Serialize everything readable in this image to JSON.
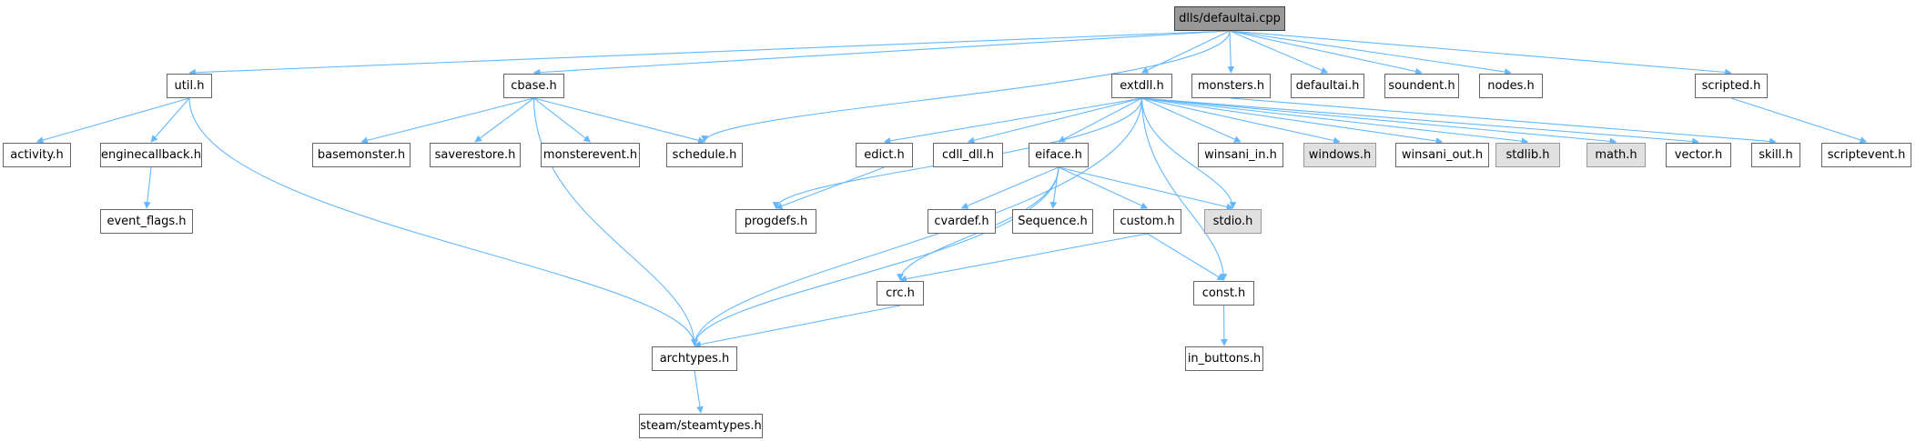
{
  "graph": {
    "colors": {
      "edge": "#63b8ff",
      "node_fill": "#ffffff",
      "root_fill": "#999999",
      "system_fill": "#e0e0e0"
    },
    "nodes": [
      {
        "id": "defaultai_cpp",
        "label": "dlls/defaultai.cpp",
        "kind": "root"
      },
      {
        "id": "util_h",
        "label": "util.h",
        "kind": "file"
      },
      {
        "id": "cbase_h",
        "label": "cbase.h",
        "kind": "file"
      },
      {
        "id": "extdll_h",
        "label": "extdll.h",
        "kind": "file"
      },
      {
        "id": "monsters_h",
        "label": "monsters.h",
        "kind": "file"
      },
      {
        "id": "defaultai_h",
        "label": "defaultai.h",
        "kind": "file"
      },
      {
        "id": "soundent_h",
        "label": "soundent.h",
        "kind": "file"
      },
      {
        "id": "nodes_h",
        "label": "nodes.h",
        "kind": "file"
      },
      {
        "id": "scripted_h",
        "label": "scripted.h",
        "kind": "file"
      },
      {
        "id": "activity_h",
        "label": "activity.h",
        "kind": "file"
      },
      {
        "id": "enginecallback_h",
        "label": "enginecallback.h",
        "kind": "file"
      },
      {
        "id": "basemonster_h",
        "label": "basemonster.h",
        "kind": "file"
      },
      {
        "id": "saverestore_h",
        "label": "saverestore.h",
        "kind": "file"
      },
      {
        "id": "monsterevent_h",
        "label": "monsterevent.h",
        "kind": "file"
      },
      {
        "id": "schedule_h",
        "label": "schedule.h",
        "kind": "file"
      },
      {
        "id": "edict_h",
        "label": "edict.h",
        "kind": "file"
      },
      {
        "id": "cdll_dll_h",
        "label": "cdll_dll.h",
        "kind": "file"
      },
      {
        "id": "eiface_h",
        "label": "eiface.h",
        "kind": "file"
      },
      {
        "id": "winsani_in_h",
        "label": "winsani_in.h",
        "kind": "file"
      },
      {
        "id": "windows_h",
        "label": "windows.h",
        "kind": "system"
      },
      {
        "id": "winsani_out_h",
        "label": "winsani_out.h",
        "kind": "file"
      },
      {
        "id": "stdlib_h",
        "label": "stdlib.h",
        "kind": "system"
      },
      {
        "id": "math_h",
        "label": "math.h",
        "kind": "system"
      },
      {
        "id": "vector_h",
        "label": "vector.h",
        "kind": "file"
      },
      {
        "id": "skill_h",
        "label": "skill.h",
        "kind": "file"
      },
      {
        "id": "scriptevent_h",
        "label": "scriptevent.h",
        "kind": "file"
      },
      {
        "id": "event_flags_h",
        "label": "event_flags.h",
        "kind": "file"
      },
      {
        "id": "progdefs_h",
        "label": "progdefs.h",
        "kind": "file"
      },
      {
        "id": "cvardef_h",
        "label": "cvardef.h",
        "kind": "file"
      },
      {
        "id": "sequence_h",
        "label": "Sequence.h",
        "kind": "file"
      },
      {
        "id": "custom_h",
        "label": "custom.h",
        "kind": "file"
      },
      {
        "id": "stdio_h",
        "label": "stdio.h",
        "kind": "system"
      },
      {
        "id": "crc_h",
        "label": "crc.h",
        "kind": "file"
      },
      {
        "id": "const_h",
        "label": "const.h",
        "kind": "file"
      },
      {
        "id": "archtypes_h",
        "label": "archtypes.h",
        "kind": "file"
      },
      {
        "id": "in_buttons_h",
        "label": "in_buttons.h",
        "kind": "file"
      },
      {
        "id": "steamtypes_h",
        "label": "steam/steamtypes.h",
        "kind": "file"
      }
    ],
    "edges": [
      [
        "defaultai_cpp",
        "util_h"
      ],
      [
        "defaultai_cpp",
        "cbase_h"
      ],
      [
        "defaultai_cpp",
        "extdll_h"
      ],
      [
        "defaultai_cpp",
        "monsters_h"
      ],
      [
        "defaultai_cpp",
        "defaultai_h"
      ],
      [
        "defaultai_cpp",
        "soundent_h"
      ],
      [
        "defaultai_cpp",
        "nodes_h"
      ],
      [
        "defaultai_cpp",
        "scripted_h"
      ],
      [
        "defaultai_cpp",
        "schedule_h"
      ],
      [
        "util_h",
        "activity_h"
      ],
      [
        "util_h",
        "enginecallback_h"
      ],
      [
        "util_h",
        "archtypes_h"
      ],
      [
        "enginecallback_h",
        "event_flags_h"
      ],
      [
        "cbase_h",
        "basemonster_h"
      ],
      [
        "cbase_h",
        "saverestore_h"
      ],
      [
        "cbase_h",
        "monsterevent_h"
      ],
      [
        "cbase_h",
        "schedule_h"
      ],
      [
        "cbase_h",
        "archtypes_h"
      ],
      [
        "extdll_h",
        "edict_h"
      ],
      [
        "extdll_h",
        "cdll_dll_h"
      ],
      [
        "extdll_h",
        "eiface_h"
      ],
      [
        "extdll_h",
        "winsani_in_h"
      ],
      [
        "extdll_h",
        "windows_h"
      ],
      [
        "extdll_h",
        "winsani_out_h"
      ],
      [
        "extdll_h",
        "stdlib_h"
      ],
      [
        "extdll_h",
        "math_h"
      ],
      [
        "extdll_h",
        "vector_h"
      ],
      [
        "extdll_h",
        "progdefs_h"
      ],
      [
        "extdll_h",
        "stdio_h"
      ],
      [
        "extdll_h",
        "const_h"
      ],
      [
        "extdll_h",
        "archtypes_h"
      ],
      [
        "monsters_h",
        "skill_h"
      ],
      [
        "scripted_h",
        "scriptevent_h"
      ],
      [
        "edict_h",
        "progdefs_h"
      ],
      [
        "eiface_h",
        "cvardef_h"
      ],
      [
        "eiface_h",
        "sequence_h"
      ],
      [
        "eiface_h",
        "custom_h"
      ],
      [
        "eiface_h",
        "stdio_h"
      ],
      [
        "eiface_h",
        "crc_h"
      ],
      [
        "eiface_h",
        "archtypes_h"
      ],
      [
        "custom_h",
        "const_h"
      ],
      [
        "custom_h",
        "crc_h"
      ],
      [
        "crc_h",
        "archtypes_h"
      ],
      [
        "const_h",
        "in_buttons_h"
      ],
      [
        "archtypes_h",
        "steamtypes_h"
      ]
    ]
  }
}
